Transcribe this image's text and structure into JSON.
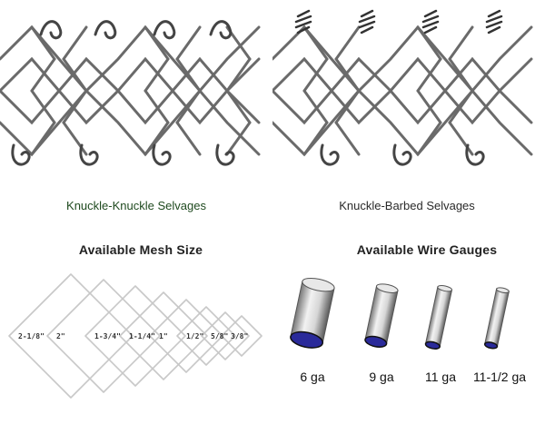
{
  "selvages": {
    "knuckle_knuckle": {
      "caption": "Knuckle-Knuckle Selvages"
    },
    "knuckle_barbed": {
      "caption": "Knuckle-Barbed Selvages"
    }
  },
  "mesh": {
    "title": "Available Mesh Size",
    "sizes": [
      "2-1/8\"",
      "2\"",
      "1-3/4\"",
      "1-1/4\"",
      "1\"",
      "1/2\"",
      "5/8\"",
      "3/8\""
    ]
  },
  "gauges": {
    "title": "Available Wire Gauges",
    "items": [
      {
        "label": "6 ga"
      },
      {
        "label": "9 ga"
      },
      {
        "label": "11 ga"
      },
      {
        "label": "11-1/2 ga"
      }
    ],
    "cap_color": "#2a2a9a"
  }
}
